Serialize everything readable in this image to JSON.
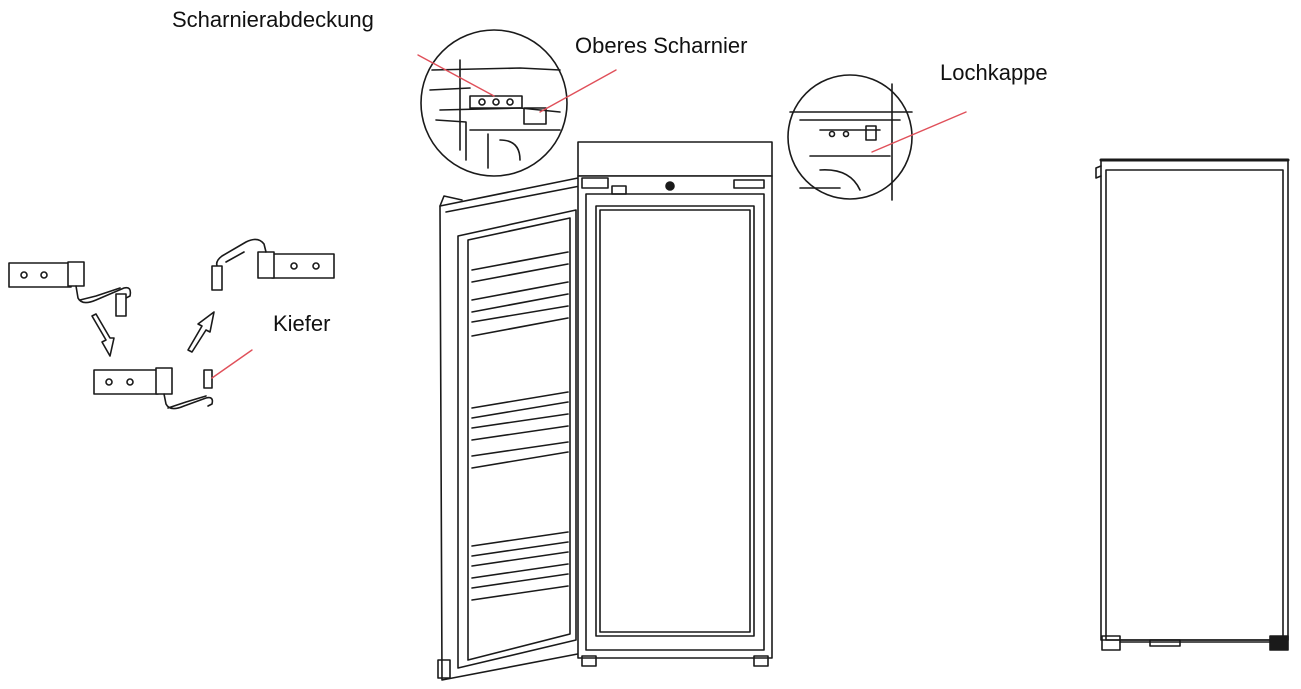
{
  "labels": {
    "hinge_cover": "Scharnierabdeckung",
    "upper_hinge": "Oberes Scharnier",
    "hole_cap": "Lochkappe",
    "jaw": "Kiefer"
  },
  "colors": {
    "line": "#1a1a1a",
    "leader": "#e0505a",
    "fill_light": "#f2f2f2"
  }
}
